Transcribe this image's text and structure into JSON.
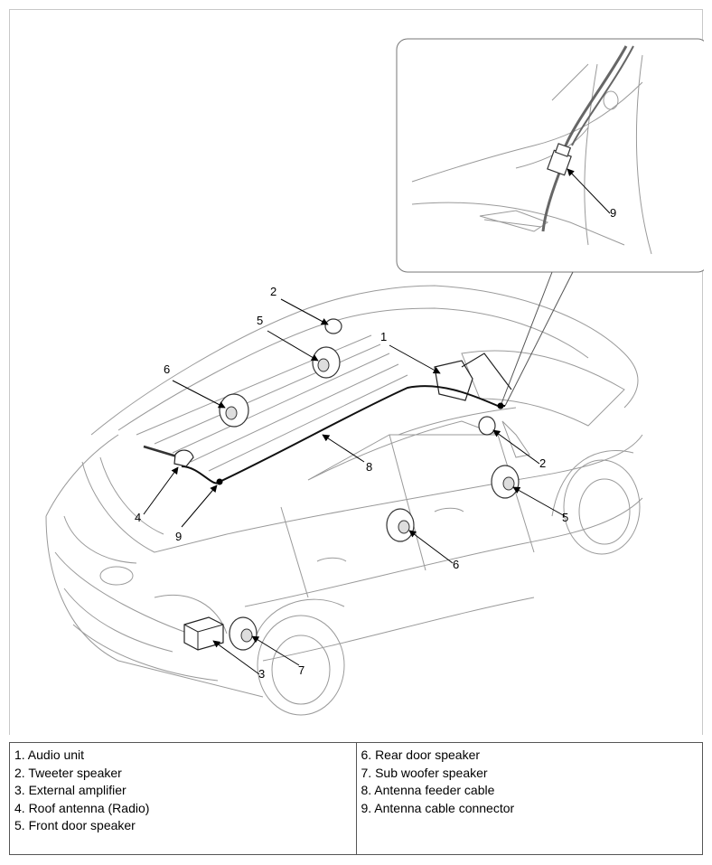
{
  "diagram": {
    "callouts": [
      "1",
      "2",
      "5",
      "6",
      "4",
      "9",
      "8",
      "2",
      "5",
      "6",
      "3",
      "7",
      "9"
    ]
  },
  "legend": {
    "left": [
      "1. Audio unit",
      "2. Tweeter speaker",
      "3. External amplifier",
      "4. Roof antenna (Radio)",
      "5. Front door speaker"
    ],
    "right": [
      "6. Rear door speaker",
      "7. Sub woofer speaker",
      "8. Antenna feeder cable",
      "9. Antenna cable connector"
    ]
  }
}
